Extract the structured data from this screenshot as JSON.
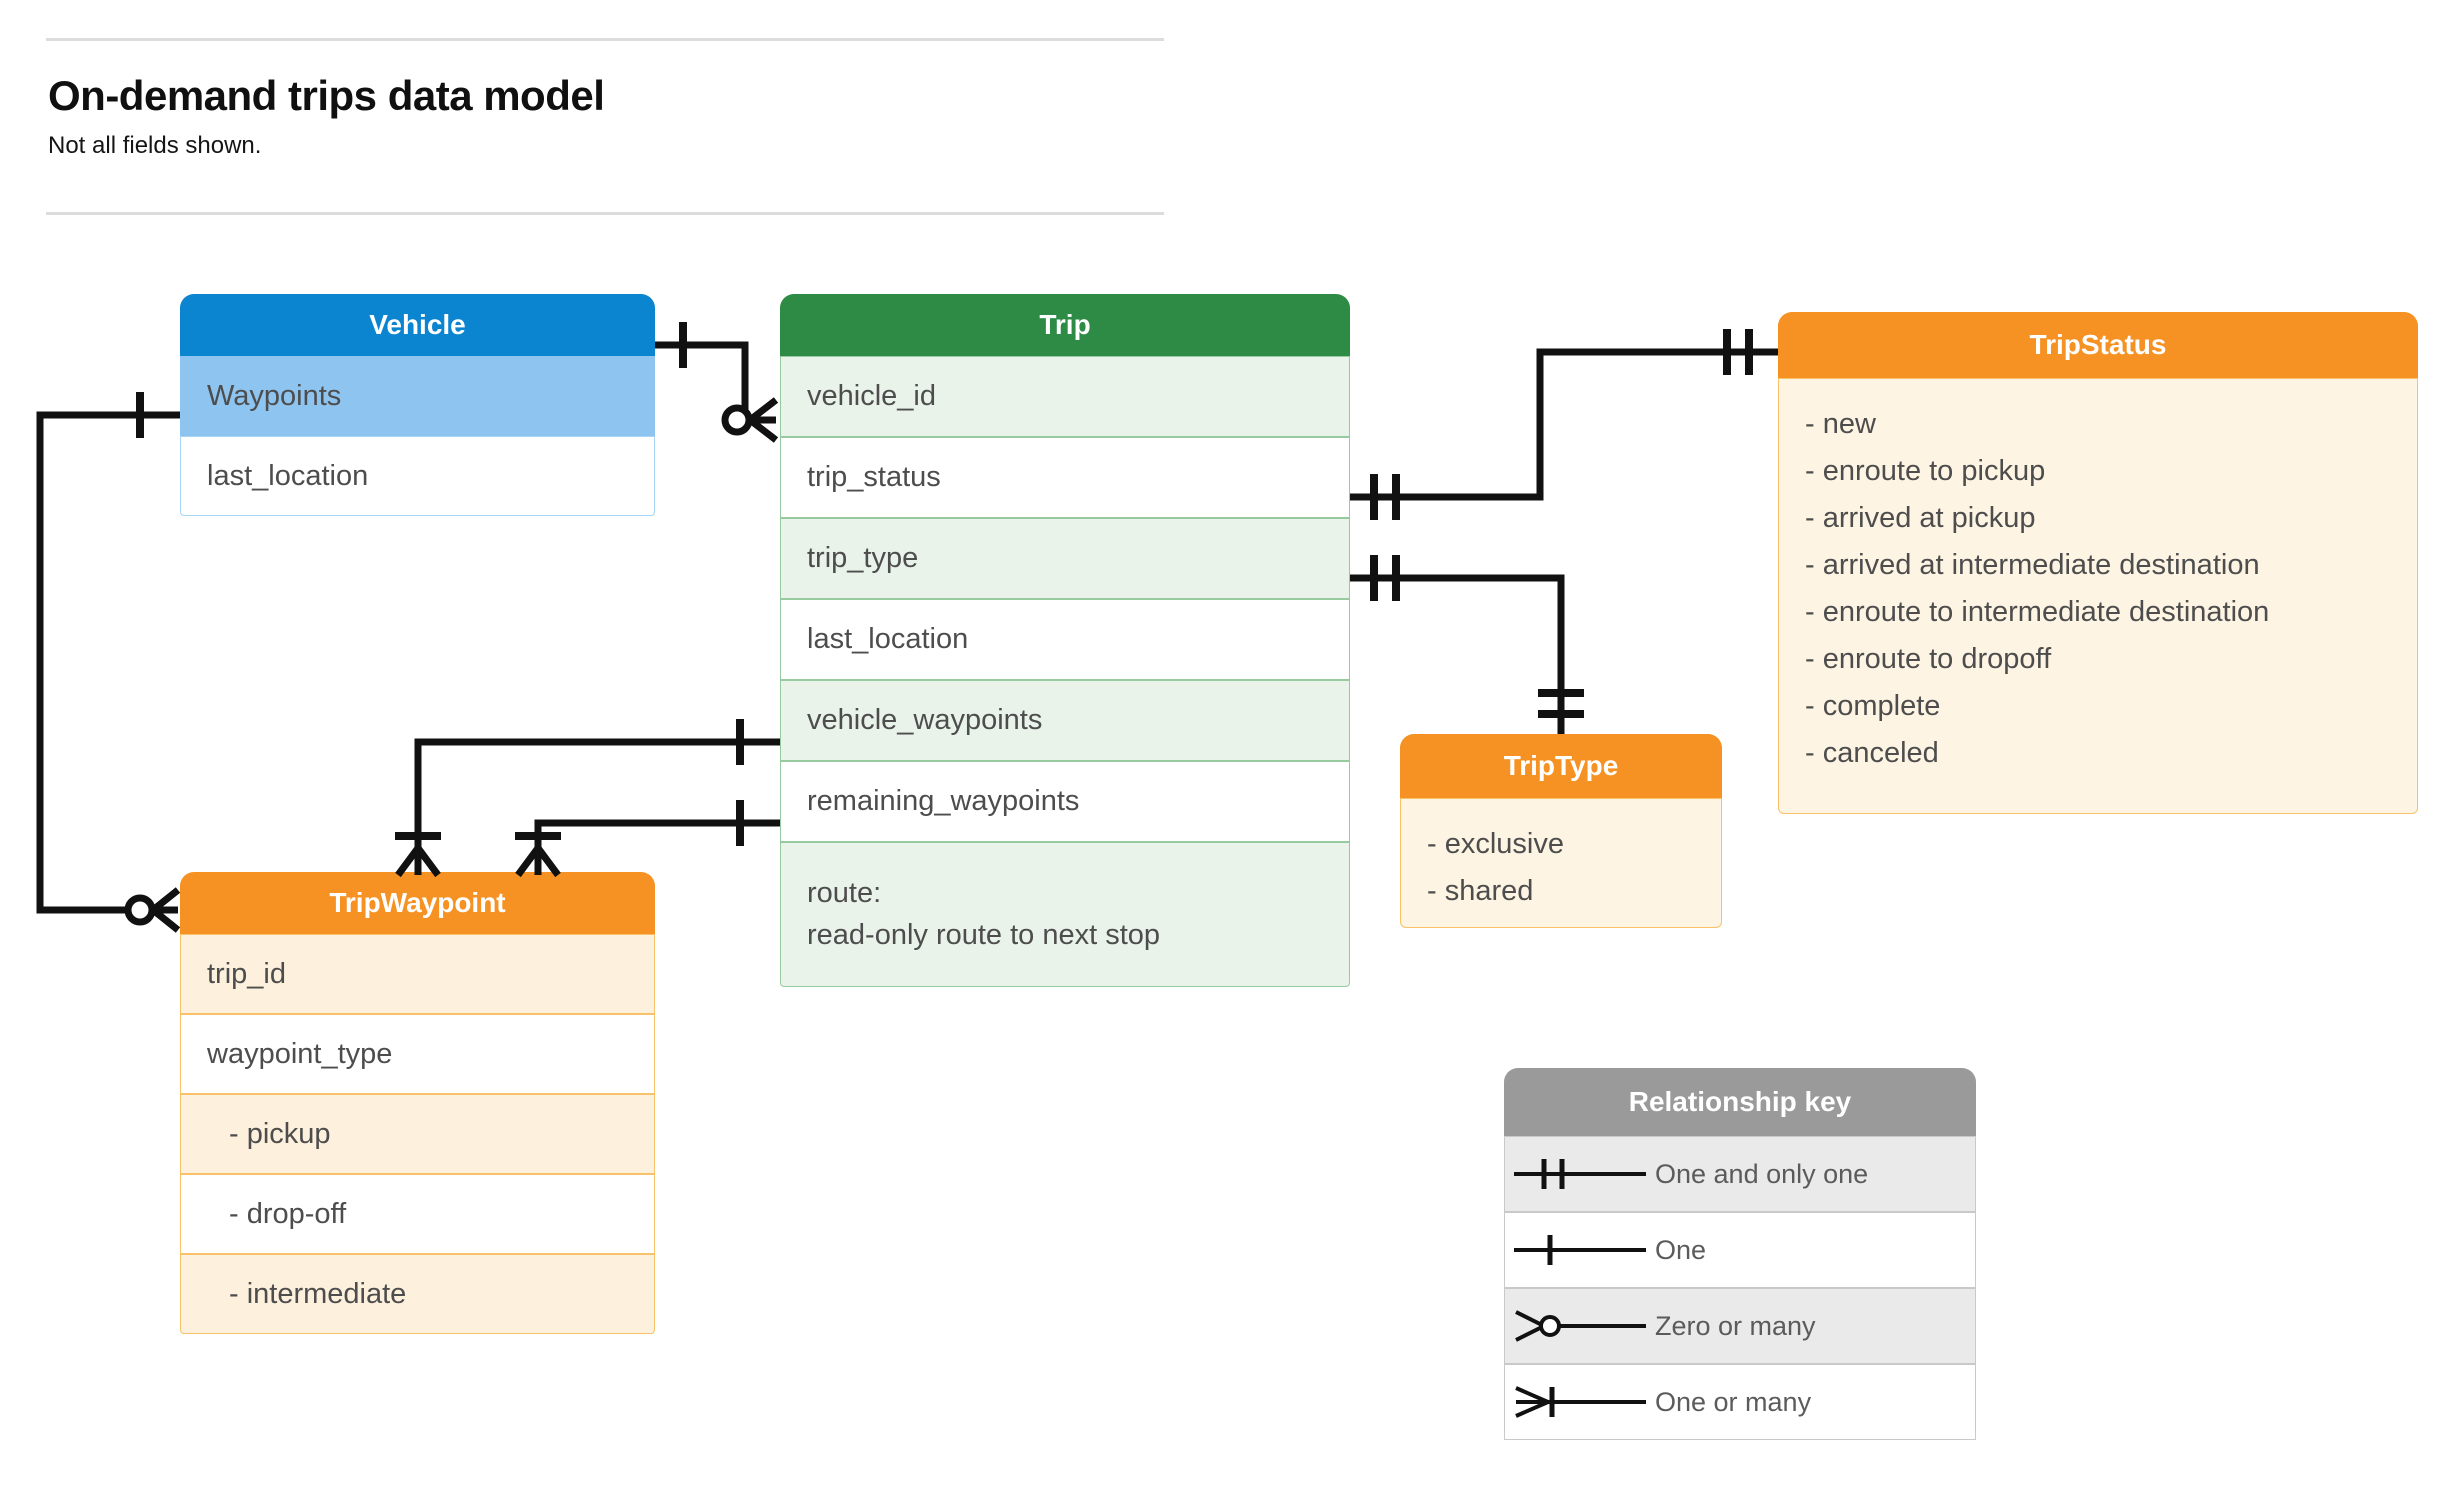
{
  "header": {
    "title": "On-demand trips data model",
    "subtitle": "Not all fields shown."
  },
  "entities": {
    "vehicle": {
      "name": "Vehicle",
      "color": "#0c85d0",
      "fields": [
        "Waypoints",
        "last_location"
      ]
    },
    "trip": {
      "name": "Trip",
      "color": "#2e8b46",
      "fields": [
        "vehicle_id",
        "trip_status",
        "trip_type",
        "last_location",
        "vehicle_waypoints",
        "remaining_waypoints"
      ],
      "route_label": "route:",
      "route_desc": "read-only route to next stop"
    },
    "trip_waypoint": {
      "name": "TripWaypoint",
      "color": "#f59223",
      "fields": [
        "trip_id",
        "waypoint_type",
        "-  pickup",
        "-  drop-off",
        "-  intermediate"
      ]
    },
    "trip_status": {
      "name": "TripStatus",
      "color": "#f59223",
      "values": [
        "- new",
        "- enroute to pickup",
        "- arrived at pickup",
        "- arrived at intermediate destination",
        "- enroute to intermediate destination",
        "- enroute to dropoff",
        "- complete",
        "- canceled"
      ]
    },
    "trip_type": {
      "name": "TripType",
      "color": "#f59223",
      "values": [
        "- exclusive",
        "- shared"
      ]
    }
  },
  "legend": {
    "title": "Relationship key",
    "rows": [
      {
        "symbol": "one-and-only-one",
        "label": "One and only one"
      },
      {
        "symbol": "one",
        "label": "One"
      },
      {
        "symbol": "zero-or-many",
        "label": "Zero or many"
      },
      {
        "symbol": "one-or-many",
        "label": "One or many"
      }
    ]
  }
}
